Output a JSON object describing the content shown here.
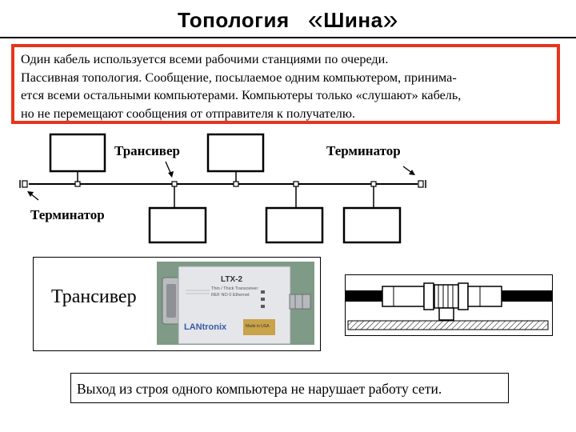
{
  "slide": {
    "title_main": "Топология",
    "title_open_quote": "«",
    "title_word": "Шина",
    "title_close_quote": "»",
    "description_lines": [
      "Один кабель используется всеми рабочими станциями по очереди.",
      "Пассивная топология. Сообщение, посылаемое одним компьютером, принима-",
      "ется всеми остальными компьютерами. Компьютеры только «слушают» кабель,",
      "но не перемещают сообщения от отправителя к получателю."
    ],
    "diagram_labels": {
      "transceiver": "Трансивер",
      "terminator_right": "Терминатор",
      "terminator_left": "Терминатор"
    },
    "photo_caption": "Трансивер",
    "device_text": {
      "model": "LTX-2",
      "line1": "Thin / Thick Transceiver",
      "line2": "REF NO 0 Ethernet",
      "brand": "LANtronix",
      "sticker": "Made in USA"
    },
    "footer_text": "Выход из строя одного компьютера не нарушает работу сети.",
    "colors": {
      "accent_border": "#e8341c",
      "device_body": "#e4e6ea",
      "photo_background": "#7f9a86",
      "sticker": "#c9a24a"
    }
  }
}
